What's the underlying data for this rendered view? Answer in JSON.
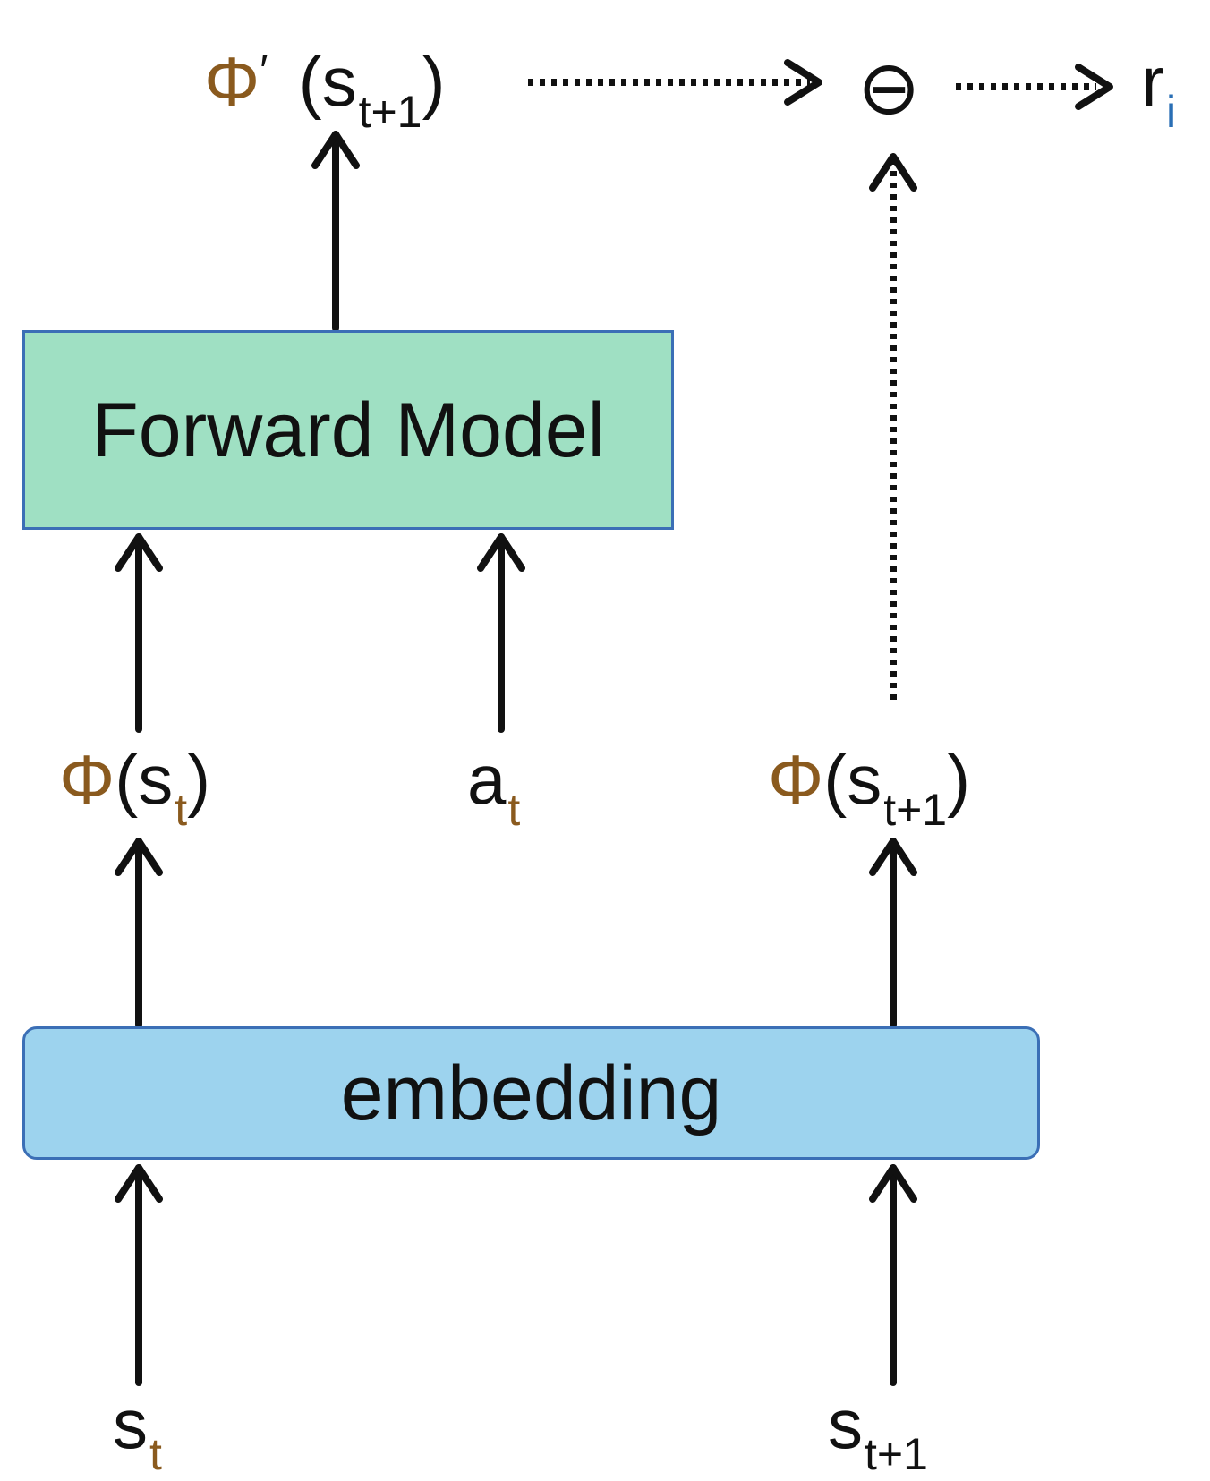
{
  "nodes": {
    "forward_model": "Forward Model",
    "embedding": "embedding"
  },
  "labels": {
    "phi_prime": {
      "symbol": "Φ",
      "prime": "′",
      "open": "(",
      "base": "s",
      "sub": "t+1",
      "close": ")"
    },
    "minus_op": "⊖",
    "reward": {
      "base": "r",
      "sub": "i"
    },
    "phi_st": {
      "symbol": "Φ",
      "open": "(",
      "base": "s",
      "sub": "t",
      "close": ")"
    },
    "action": {
      "base": "a",
      "sub": "t"
    },
    "phi_st1": {
      "symbol": "Φ",
      "open": "(",
      "base": "s",
      "sub": "t+1",
      "close": ")"
    },
    "state_t": {
      "base": "s",
      "sub": "t"
    },
    "state_t1": {
      "base": "s",
      "sub": "t+1"
    }
  },
  "colors": {
    "forward_model_fill": "#9fe0c3",
    "embedding_fill": "#9dd3ee",
    "box_border": "#3b6fb6",
    "arrow": "#111111"
  }
}
